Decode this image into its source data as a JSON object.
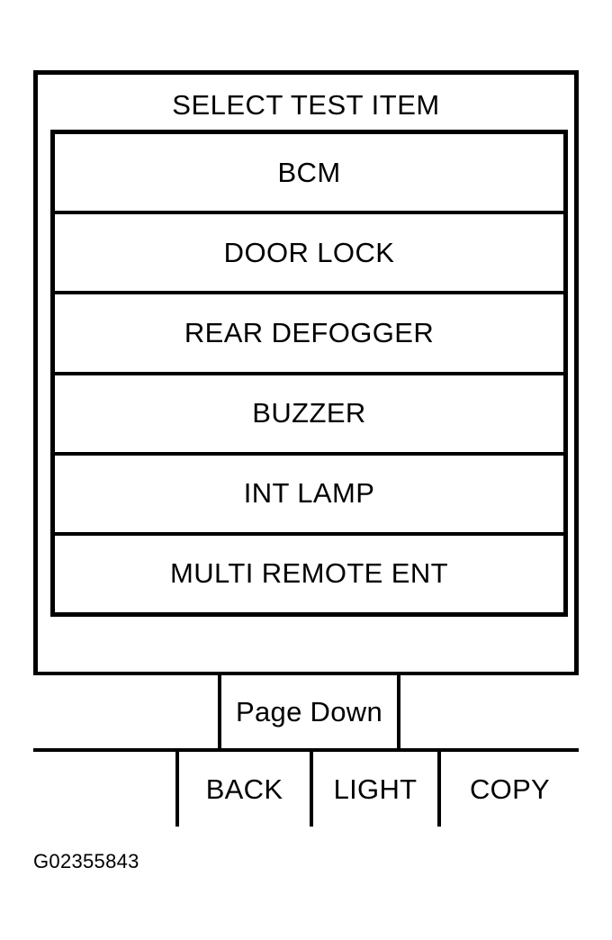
{
  "screen": {
    "title": "SELECT TEST ITEM",
    "test_items": [
      {
        "label": "BCM"
      },
      {
        "label": "DOOR LOCK"
      },
      {
        "label": "REAR DEFOGGER"
      },
      {
        "label": "BUZZER"
      },
      {
        "label": "INT LAMP"
      },
      {
        "label": "MULTI REMOTE ENT"
      }
    ],
    "softkeys": {
      "top_row": [
        {
          "label": ""
        },
        {
          "label": "Page Down"
        },
        {
          "label": ""
        }
      ],
      "bottom_row": [
        {
          "label": ""
        },
        {
          "label": "BACK"
        },
        {
          "label": "LIGHT"
        },
        {
          "label": "COPY"
        }
      ]
    }
  },
  "figure": {
    "caption": "G02355843"
  },
  "colors": {
    "ink": "#000000",
    "paper": "#ffffff"
  }
}
